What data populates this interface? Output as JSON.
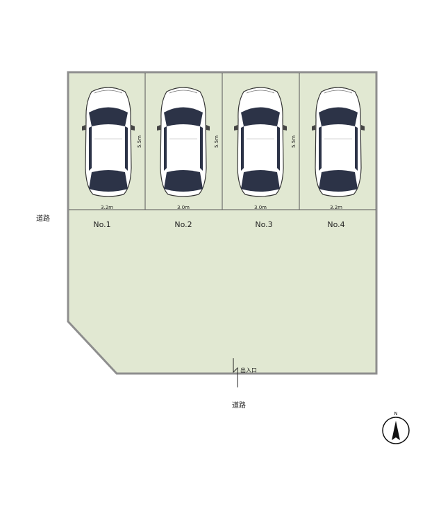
{
  "colors": {
    "lot_fill": "#e1e8d2",
    "lot_border": "#8e8e8e",
    "stall_line": "#555555",
    "car_body": "#ffffff",
    "car_glass": "#2c3347",
    "compass_fill": "#111111"
  },
  "roads": {
    "west_label": "道路",
    "south_label": "道路"
  },
  "entrance_label": "出入口",
  "stalls": [
    {
      "number": "No.1",
      "width_label": "3.2m",
      "depth_label": ""
    },
    {
      "number": "No.2",
      "width_label": "3.0m",
      "depth_label": "5.5m"
    },
    {
      "number": "No.3",
      "width_label": "3.0m",
      "depth_label": "5.5m"
    },
    {
      "number": "No.4",
      "width_label": "3.2m",
      "depth_label": "5.5m"
    }
  ],
  "compass": {
    "label": "N"
  }
}
